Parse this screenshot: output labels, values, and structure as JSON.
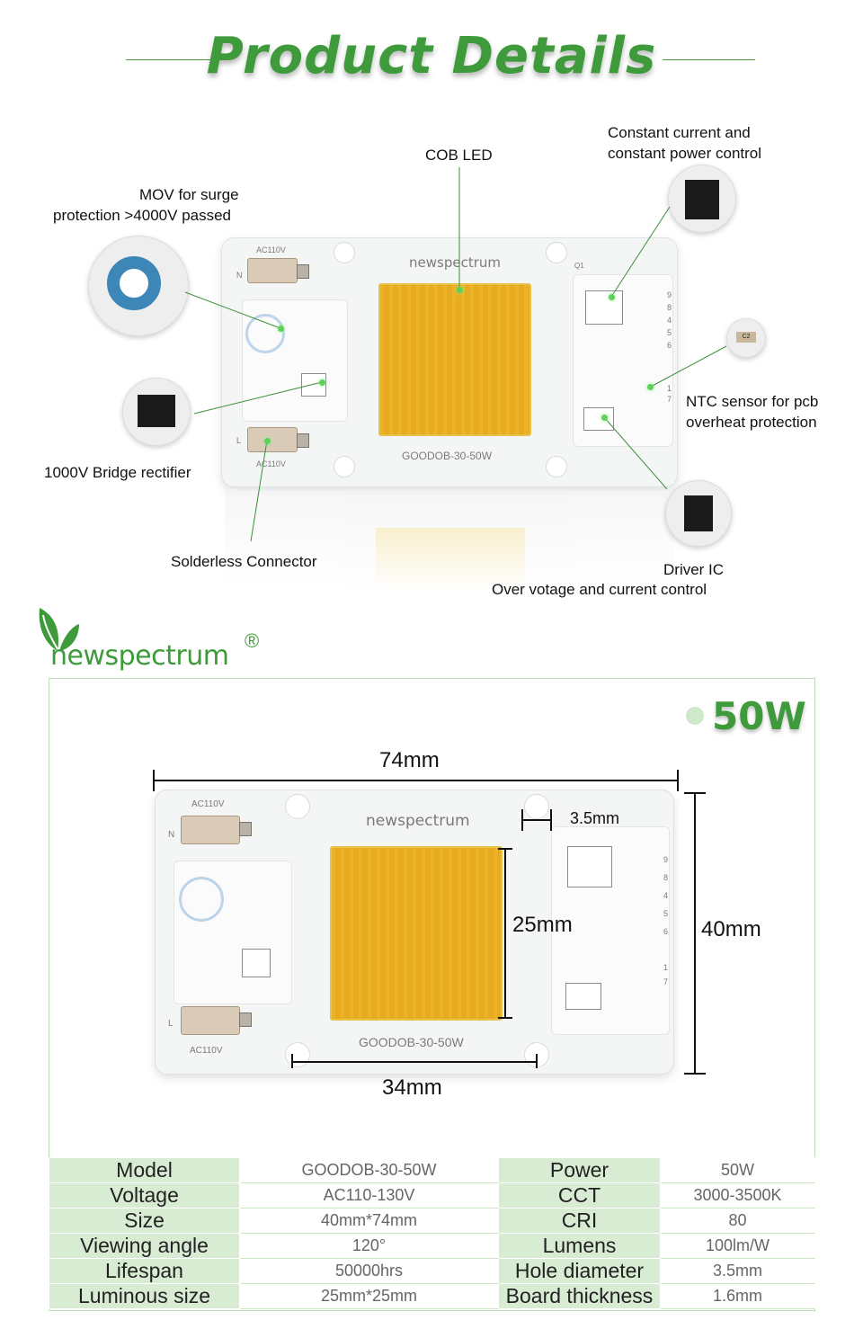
{
  "header": {
    "title": "Product Details"
  },
  "callouts": {
    "cob_led": "COB LED",
    "constant_1": "Constant current and",
    "constant_2": "constant power control",
    "mov_1": "MOV for surge",
    "mov_2": "protection >4000V passed",
    "ntc_1": "NTC sensor for pcb",
    "ntc_2": "overheat protection",
    "bridge": "1000V Bridge rectifier",
    "connector": "Solderless Connector",
    "driver_1": "Driver IC",
    "driver_2": "Over votage and current control"
  },
  "board": {
    "brand": "newspectrum",
    "model_print": "GOODOB-30-50W",
    "ac_label": "AC110V",
    "n_label": "N",
    "l_label": "L",
    "q_label": "Q1",
    "c2_label": "C2",
    "side_numbers": [
      "9",
      "8",
      "4",
      "5",
      "6",
      "1",
      "7"
    ]
  },
  "logo": {
    "text": "newspectrum",
    "mark": "®"
  },
  "wattage": "50W",
  "dimensions": {
    "length": "74mm",
    "width": "40mm",
    "chip": "25mm",
    "hole_span": "34mm",
    "hole": "3.5mm"
  },
  "specs": [
    {
      "k1": "Model",
      "v1": "GOODOB-30-50W",
      "k2": "Power",
      "v2": "50W"
    },
    {
      "k1": "Voltage",
      "v1": "AC110-130V",
      "k2": "CCT",
      "v2": "3000-3500K"
    },
    {
      "k1": "Size",
      "v1": "40mm*74mm",
      "k2": "CRI",
      "v2": "80"
    },
    {
      "k1": "Viewing angle",
      "v1": "120°",
      "k2": "Lumens",
      "v2": "100lm/W"
    },
    {
      "k1": "Lifespan",
      "v1": "50000hrs",
      "k2": "Hole diameter",
      "v2": "3.5mm"
    },
    {
      "k1": "Luminous size",
      "v1": "25mm*25mm",
      "k2": "Board thickness",
      "v2": "1.6mm"
    }
  ],
  "colors": {
    "brand_green": "#3e9a3a",
    "table_green": "#d8ecd3",
    "chip_yellow": "#f4d35c"
  }
}
